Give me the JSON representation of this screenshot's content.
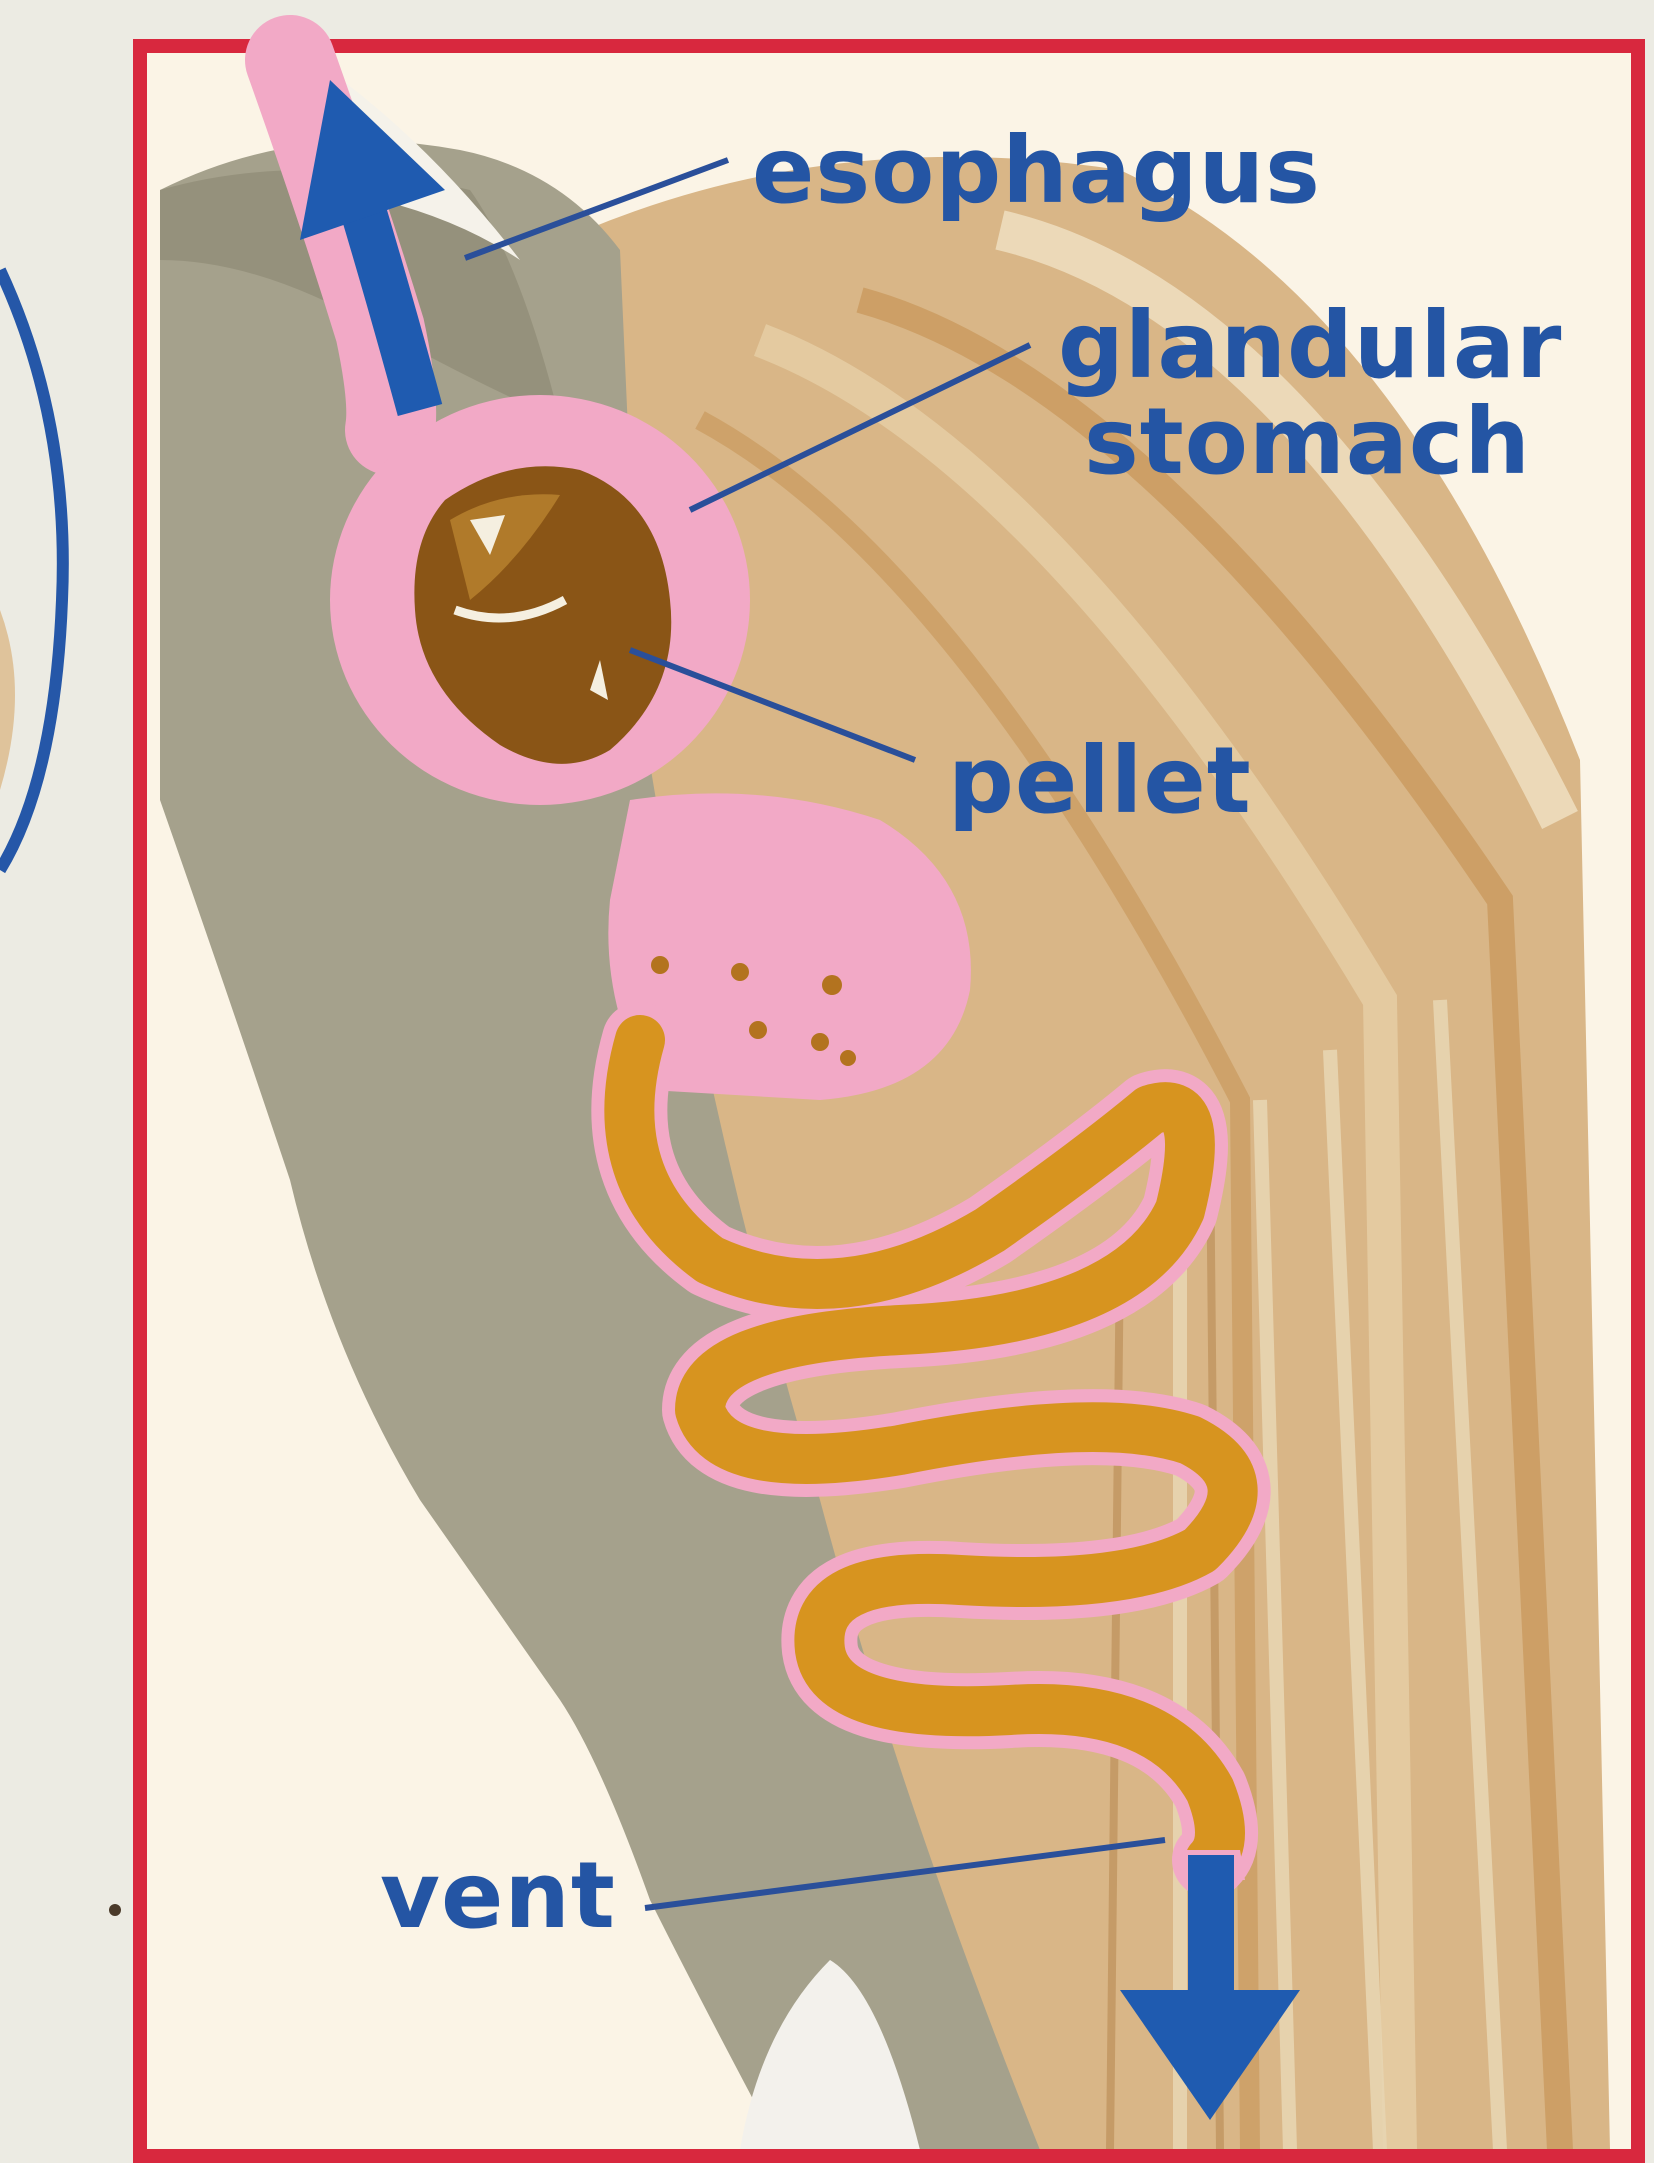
{
  "diagram": {
    "labels": {
      "esophagus": "esophagus",
      "glandular_stomach_line1": "glandular",
      "glandular_stomach_line2": "stomach",
      "pellet": "pellet",
      "vent": "vent"
    },
    "colors": {
      "frame": "#d8283e",
      "label_text": "#2455a4",
      "arrow": "#1f5bb0",
      "leader_line": "#2a4f9a",
      "digestive_tract": "#f2a9c6",
      "intestine": "#d7941f",
      "pellet": "#8a5516",
      "background_card": "#fbf4e6"
    },
    "icons": [
      "up-arrow-icon",
      "down-arrow-icon"
    ]
  }
}
